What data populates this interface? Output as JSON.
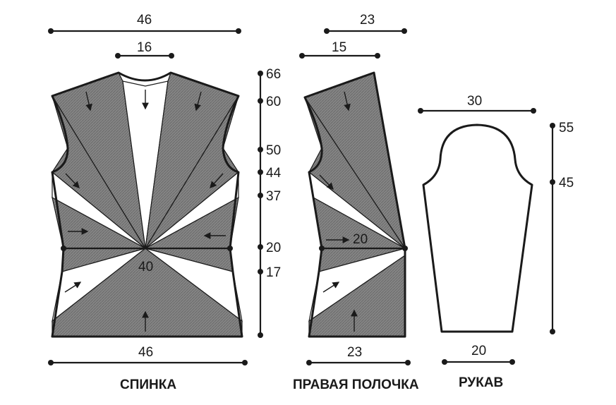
{
  "pieces": {
    "back": {
      "caption": "СПИНКА",
      "width_top": "46",
      "neck_width": "16",
      "width_bottom": "46",
      "center_label": "40",
      "heights": [
        "66",
        "60",
        "50",
        "44",
        "37",
        "20",
        "17"
      ]
    },
    "right_front": {
      "caption": "ПРАВАЯ ПОЛОЧКА",
      "width_top": "23",
      "shoulder_width": "15",
      "width_bottom": "23",
      "center_label": "20"
    },
    "sleeve": {
      "caption": "РУКАВ",
      "width_top": "30",
      "width_bottom": "20",
      "heights": [
        "55",
        "45"
      ]
    }
  },
  "colors": {
    "ink": "#1a1a1a",
    "fill_dark": "#7d7d7d",
    "fill_light": "#ffffff"
  }
}
